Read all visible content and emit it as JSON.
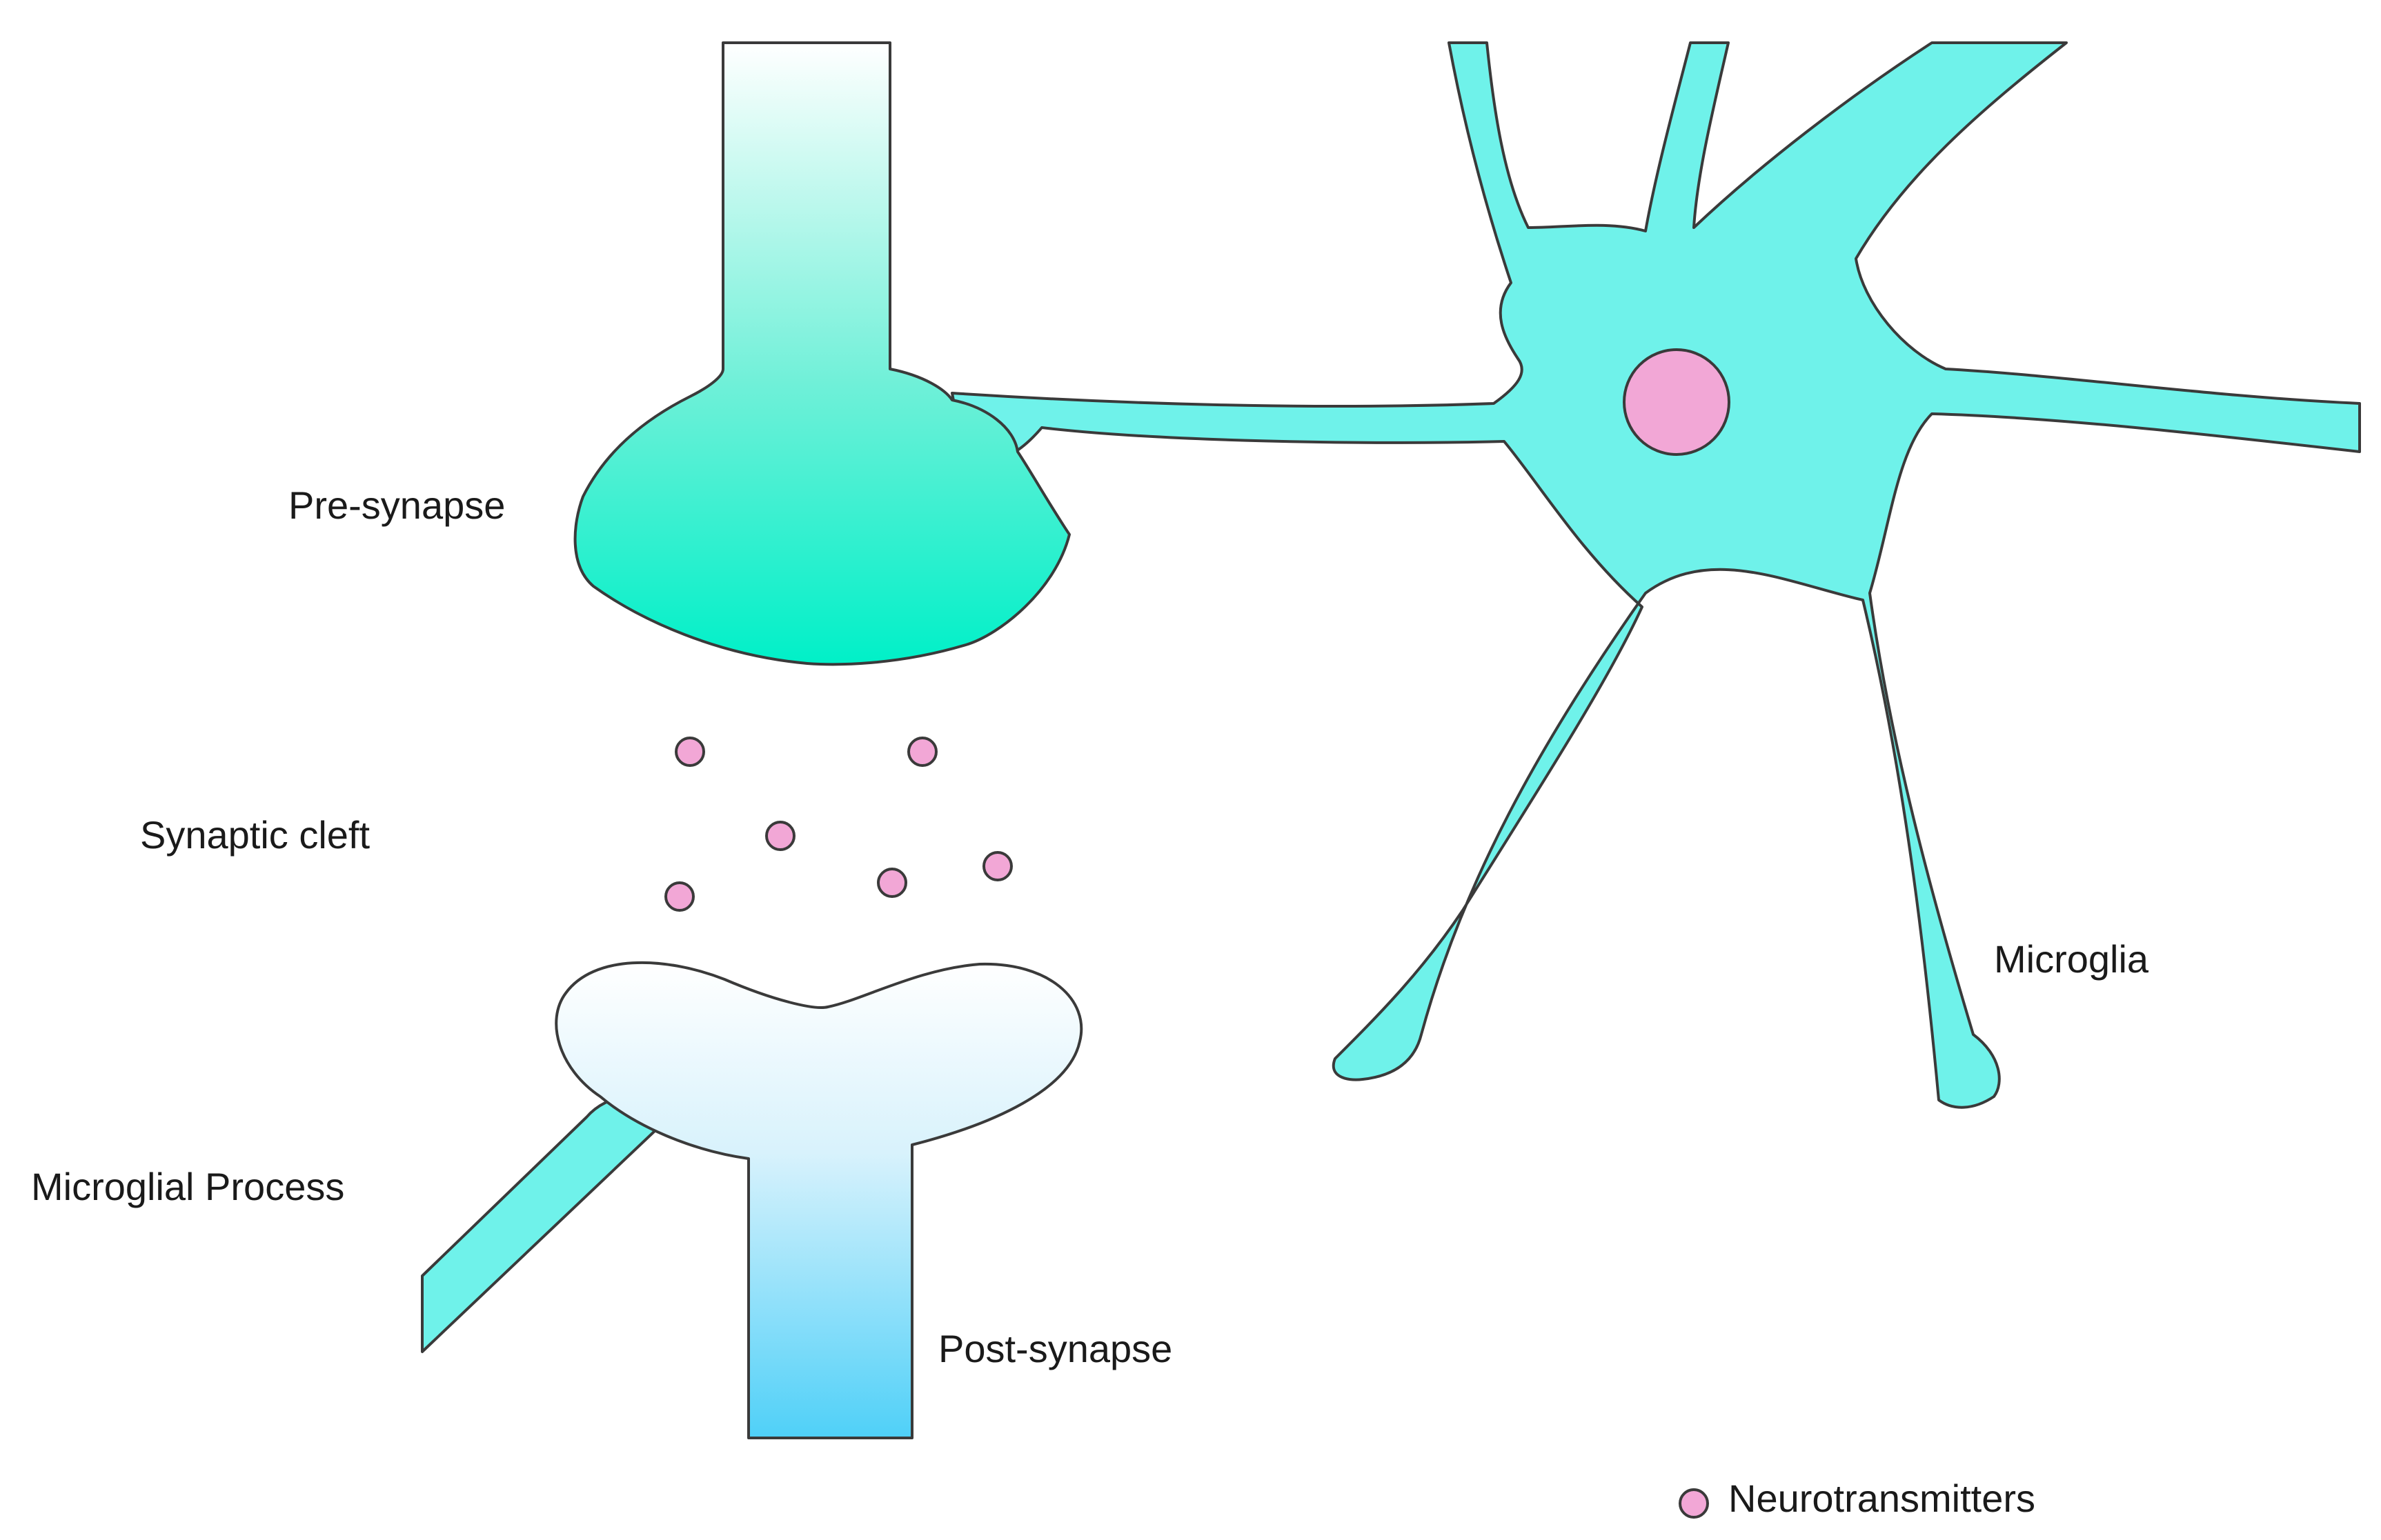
{
  "labels": {
    "pre_synapse": "Pre-synapse",
    "synaptic_cleft": "Synaptic cleft",
    "microglial_process": "Microglial Process",
    "post_synapse": "Post-synapse",
    "microglia": "Microglia",
    "legend_neurotransmitters": "Neurotransmitters"
  },
  "colors": {
    "microglia_fill": "#6FF2EA",
    "nucleus_fill": "#F2A7D6",
    "neurotransmitter_fill": "#F2A7D6",
    "pre_synapse_gradient_top": "#FFFFFF",
    "pre_synapse_gradient_bottom": "#00F0C8",
    "post_synapse_gradient_top": "#FFFFFF",
    "post_synapse_gradient_bottom": "#4FD0F8",
    "stroke": "#3A3A3A",
    "text": "#1A1A1A"
  },
  "neurotransmitter_count": 6
}
